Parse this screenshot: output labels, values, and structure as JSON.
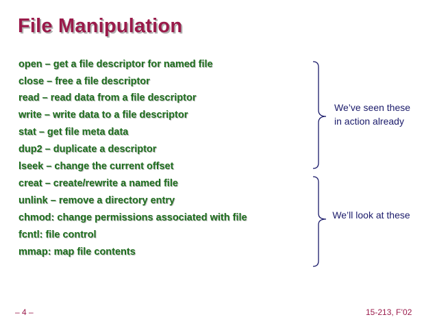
{
  "title": "File Manipulation",
  "items": [
    "open – get a file descriptor for named file",
    "close – free a file descriptor",
    "read – read data from a file descriptor",
    "write – write data to a file descriptor",
    "stat – get file meta data",
    "dup2 – duplicate a descriptor",
    "lseek – change the current offset",
    "creat – create/rewrite a named file",
    "unlink – remove a directory entry",
    "chmod: change permissions associated with file",
    "fcntl: file control",
    "mmap: map file contents"
  ],
  "notes": {
    "seen": "We’ve seen these in action already",
    "later": "We’ll look at these"
  },
  "footer": {
    "page": "– 4 –",
    "course": "15-213, F’02"
  },
  "colors": {
    "title": "#9a1a4a",
    "items": "#1e6e1e",
    "notes": "#1a1a6a",
    "bracket": "#1a1a6a"
  }
}
